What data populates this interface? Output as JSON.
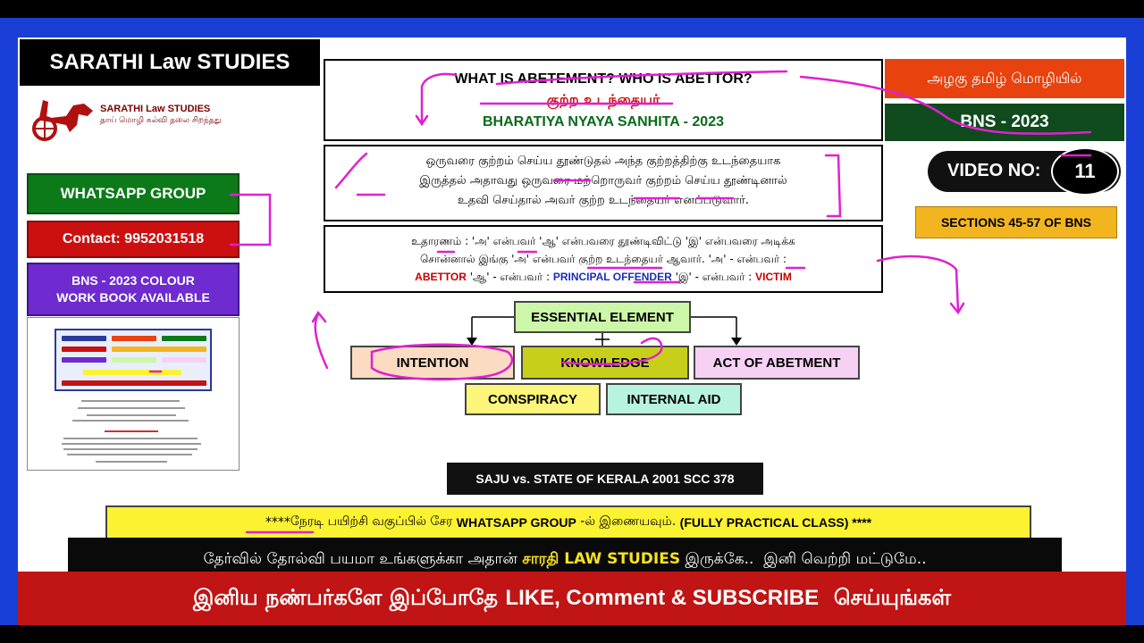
{
  "brand": {
    "title": "SARATHI Law STUDIES",
    "logo_name": "SARATHI Law STUDIES",
    "logo_tagline": "தாய் மொழி கல்வி தலை சிறந்தது"
  },
  "left": {
    "whatsapp_label": "WHATSAPP GROUP",
    "contact_label": "Contact: 9952031518",
    "book_line1": "BNS - 2023 COLOUR",
    "book_line2": "WORK BOOK AVAILABLE"
  },
  "header": {
    "question": "WHAT IS ABETEMENT? WHO IS ABETTOR?",
    "tamil_title": "குற்ற உடந்தையர்",
    "act": "BHARATIYA NYAYA SANHITA - 2023"
  },
  "right": {
    "language": "அழகு தமிழ் மொழியில்",
    "bns": "BNS - 2023",
    "video_label": "VIDEO NO:",
    "video_number": "11",
    "sections": "SECTIONS 45-57 OF BNS"
  },
  "definition": {
    "line1": "ஒருவரை குற்றம் செய்ய தூண்டுதல் அந்த குற்றத்திற்கு உடந்தையாக",
    "line2": "இருத்தல் அதாவது ஒருவரை மற்றொருவர் குற்றம் செய்ய தூண்டினால்",
    "line3": "உதவி செய்தால் அவர் குற்ற உடந்தையர் எனப்படுவார்."
  },
  "example": {
    "line1": "உதாரணம் : 'அ' என்பவர் 'ஆ' என்பவரை தூண்டிவிட்டு 'இ' என்பவரை அடிக்க",
    "line2": "சொன்னால் இங்கு 'அ' என்பவர் குற்ற உடந்தையர் ஆவார். 'அ' - என்பவர் :",
    "abettor": "ABETTOR",
    "mid1": " 'ஆ' - என்பவர் : ",
    "principal": "PRINCIPAL OFFENDER",
    "mid2": " 'இ' - என்பவர் : ",
    "victim": "VICTIM"
  },
  "diagram": {
    "root": "ESSENTIAL ELEMENT",
    "elements": [
      "INTENTION",
      "KNOWLEDGE",
      "ACT OF ABETMENT",
      "CONSPIRACY",
      "INTERNAL AID"
    ]
  },
  "case_citation": "SAJU vs. STATE OF KERALA 2001 SCC 378",
  "banner_yellow": {
    "stars1": "**** ",
    "tamil1": "நேரடி பயிற்சி வகுப்பில் சேர ",
    "en1": "WHATSAPP GROUP",
    "tamil2": " -ல் இணையவும். ",
    "en2": "(FULLY PRACTICAL CLASS) ****"
  },
  "banner_black": {
    "tamil1": "தேர்வில் தோல்வி பயமா உங்களுக்கா அதான் ",
    "hl1": "சாரதி LAW STUDIES",
    "tamil2": " இருக்கே..  இனி வெற்றி மட்டுமே.."
  },
  "banner_red": {
    "tamil1": "இனிய நண்பர்களே இப்போதே ",
    "en": "LIKE, Comment & SUBSCRIBE",
    "tamil2": "  செய்யுங்கள்"
  },
  "colors": {
    "frame": "#1a3fd6",
    "annotation_ink": "#e020d0"
  }
}
